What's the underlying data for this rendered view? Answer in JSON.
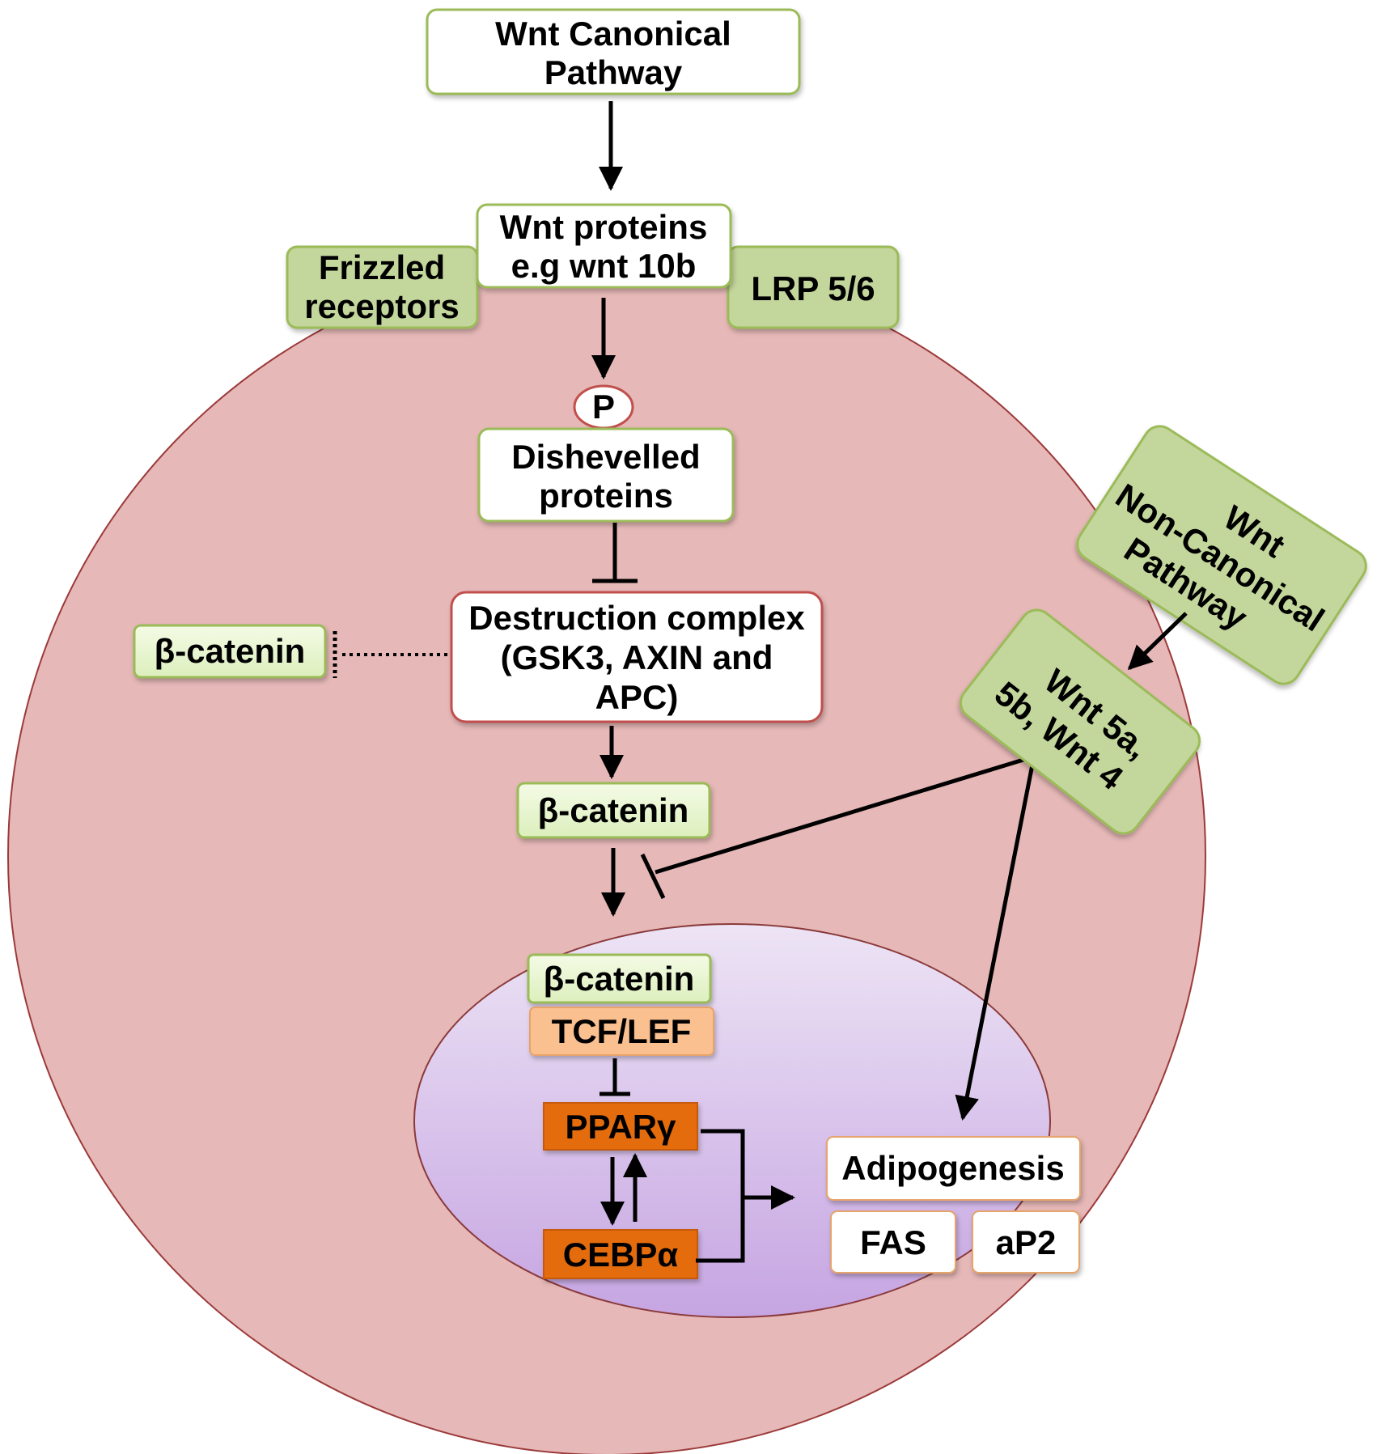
{
  "title": {
    "line1": "Wnt Canonical",
    "line2": "Pathway"
  },
  "wnt_proteins": {
    "line1": "Wnt proteins",
    "line2": "e.g wnt 10b"
  },
  "frizzled": {
    "line1": "Frizzled",
    "line2": "receptors"
  },
  "lrp": "LRP 5/6",
  "phospho": "P",
  "dishevelled": {
    "line1": "Dishevelled",
    "line2": "proteins"
  },
  "destruction_complex": {
    "line1": "Destruction complex",
    "line2": "(GSK3, AXIN and",
    "line3": "APC)"
  },
  "beta_catenin_left": "β-catenin",
  "beta_catenin_mid": "β-catenin",
  "beta_catenin_nucleus": "β-catenin",
  "tcf_lef": "TCF/LEF",
  "ppar": "PPARγ",
  "cebp": "CEBPα",
  "adipogenesis": "Adipogenesis",
  "fas": "FAS",
  "ap2": "aP2",
  "non_canonical": {
    "line1": "Wnt",
    "line2": "Non-Canonical",
    "line3": "Pathway"
  },
  "wnt5": {
    "line1": "Wnt 5a,",
    "line2": "5b, Wnt 4"
  },
  "colors": {
    "cell_fill": "#e6b8b7",
    "cell_stroke": "#9c3a3a",
    "nucleus_top": "#ece2f4",
    "nucleus_bottom": "#c7a7e2",
    "green_fill": "#c3d69b",
    "green_stroke": "#9bbb59",
    "light_green_fill": "#eaf5d6",
    "orange_fill": "#e46c0a",
    "peach_fill": "#fac090",
    "complex_stroke": "#c0504d"
  }
}
